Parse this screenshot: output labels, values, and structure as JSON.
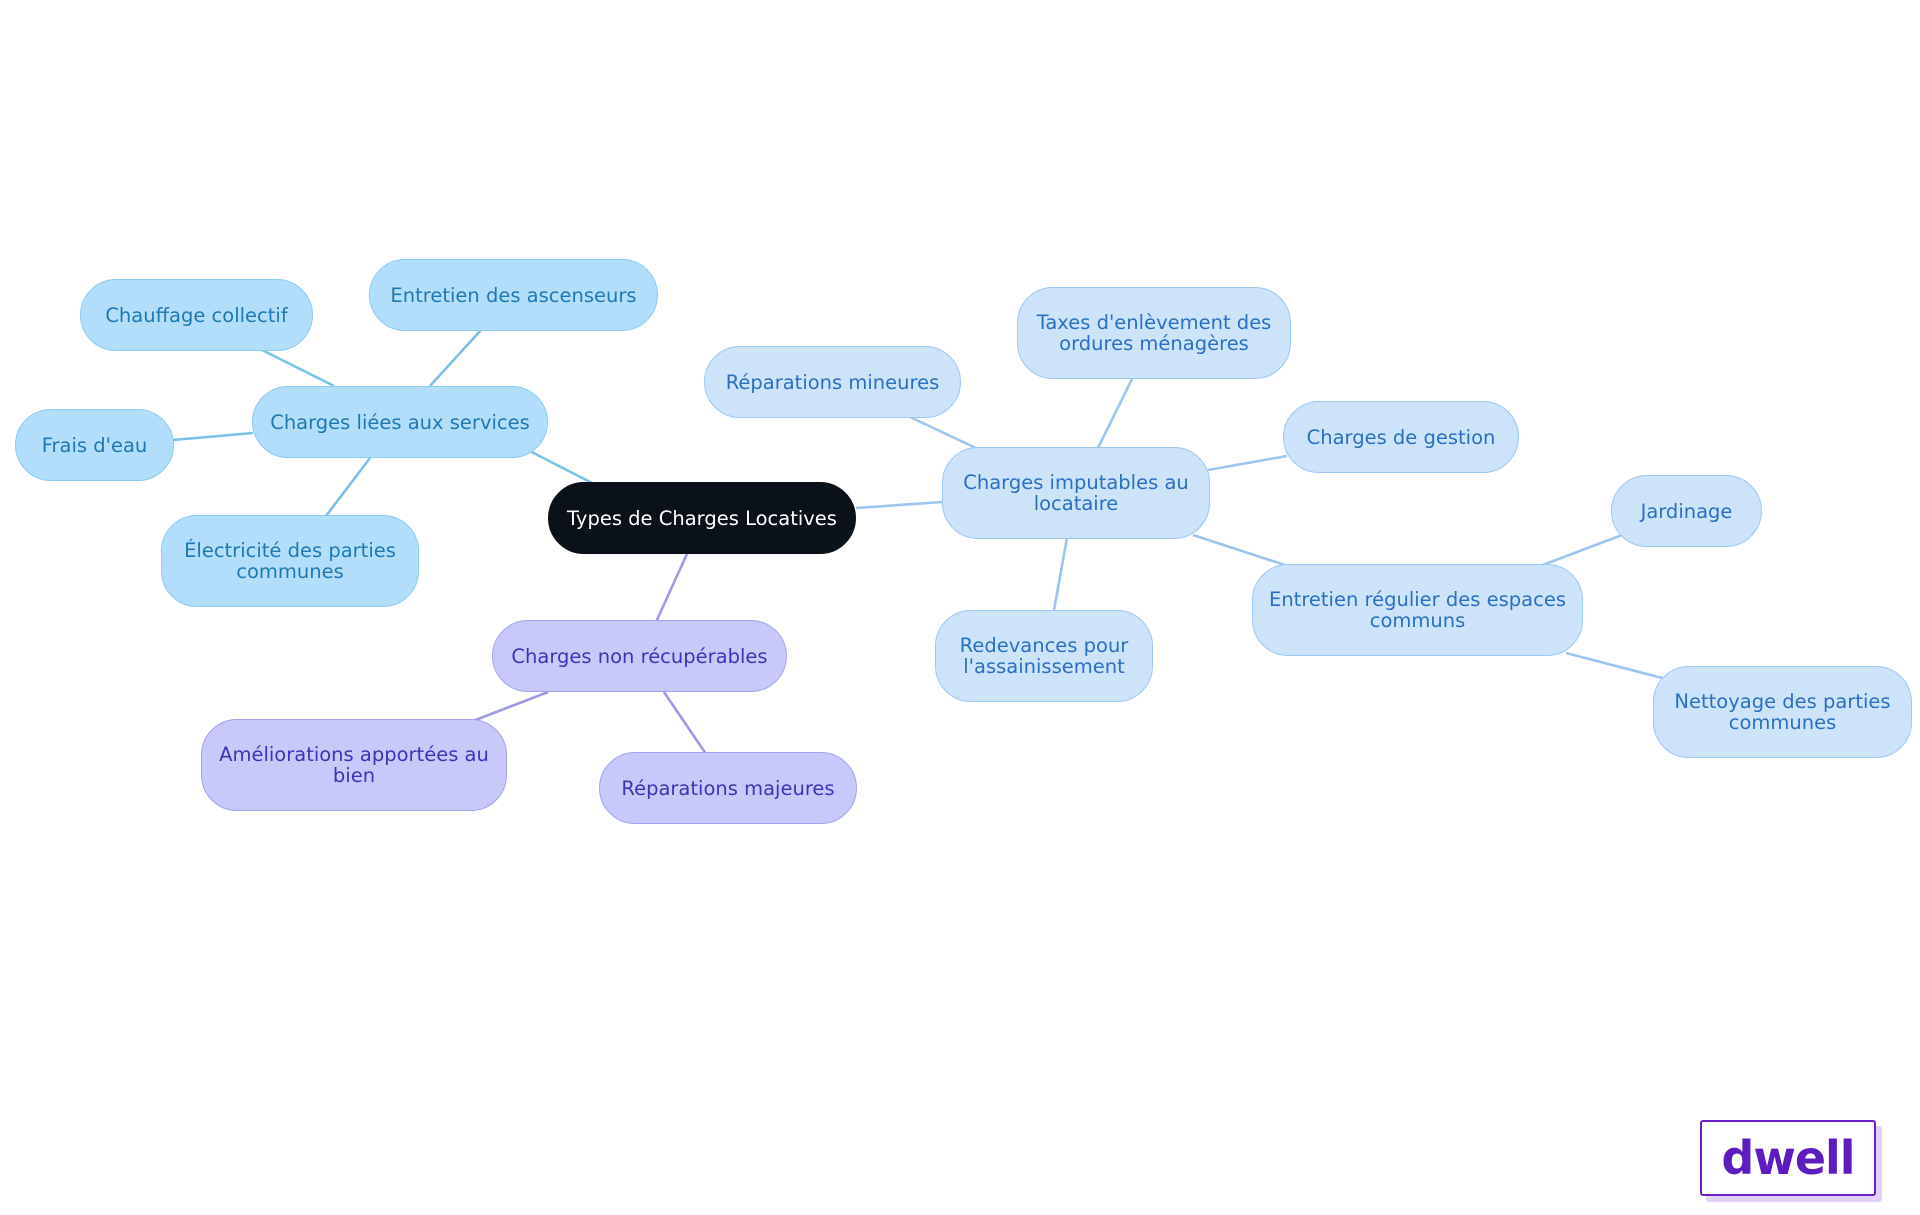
{
  "root": {
    "label": "Types de Charges Locatives"
  },
  "branches": {
    "services": {
      "label": "Charges liées aux services",
      "color": "#b2defb",
      "children": [
        "Chauffage collectif",
        "Entretien des ascenseurs",
        "Frais d'eau",
        "Électricité des parties communes"
      ]
    },
    "locataire": {
      "label": "Charges imputables au locataire",
      "color": "#cde3fa",
      "children": [
        "Réparations mineures",
        "Taxes d'enlèvement des ordures ménagères",
        "Charges de gestion",
        "Redevances pour l'assainissement",
        "Entretien régulier des espaces communs"
      ]
    },
    "espaces": {
      "label": "Entretien régulier des espaces communs",
      "children": [
        "Jardinage",
        "Nettoyage des parties communes"
      ]
    },
    "non_recuperables": {
      "label": "Charges non récupérables",
      "color": "#c8c8fb",
      "children": [
        "Améliorations apportées au bien",
        "Réparations majeures"
      ]
    }
  },
  "logo": {
    "text": "dwell",
    "color": "#5d1cbf"
  }
}
